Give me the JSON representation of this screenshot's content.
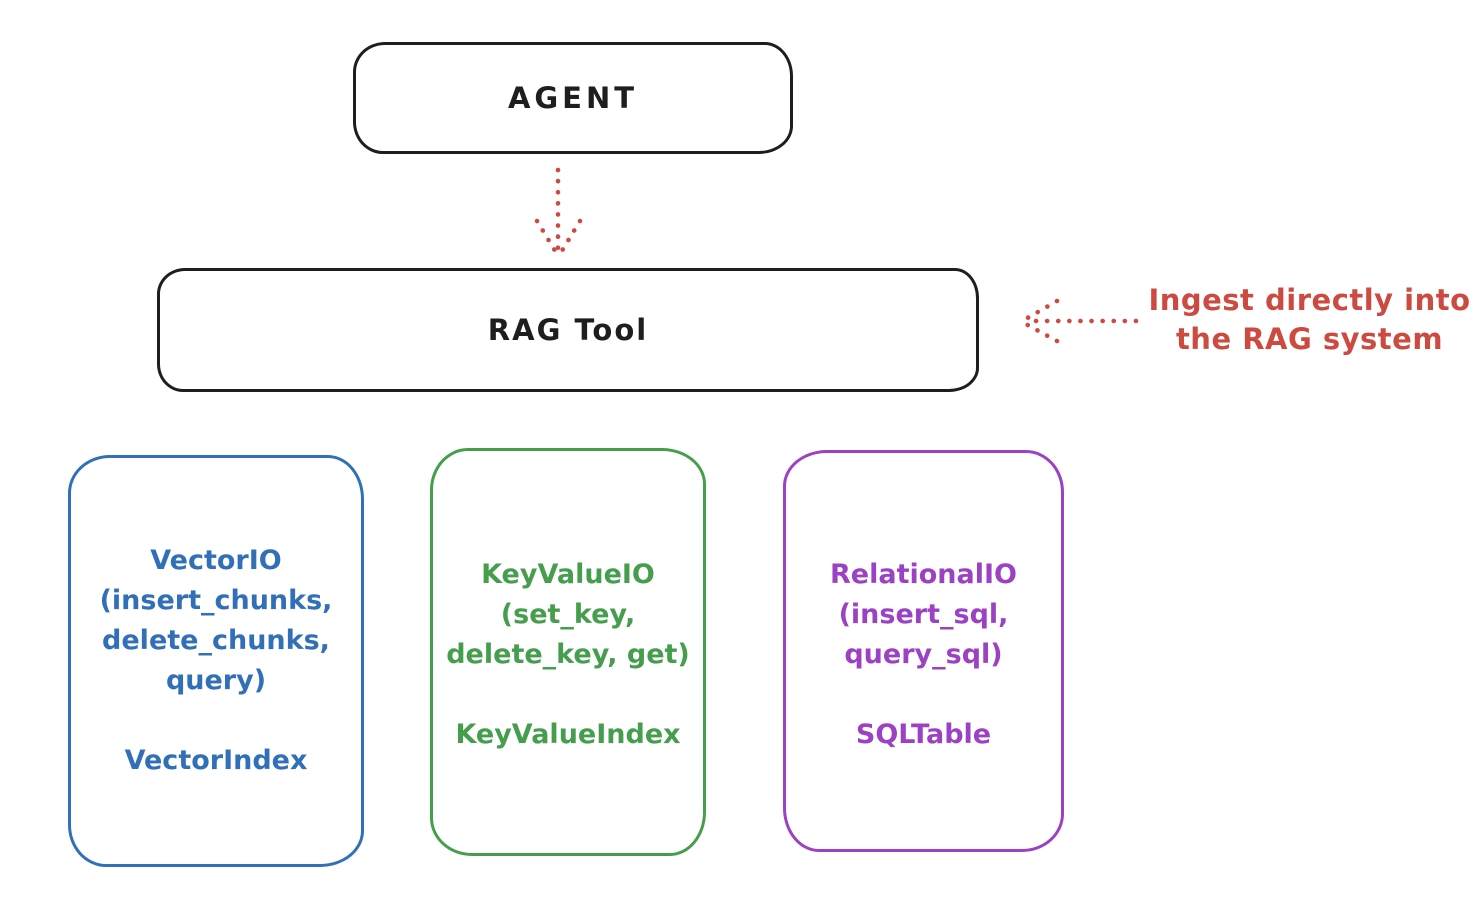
{
  "diagram": {
    "title_hint": "RAG Tool architecture sketch",
    "background": "#ffffff"
  },
  "colors": {
    "ink": "#1e1e1e",
    "red": "#cc4a3f",
    "blue": "#3170b8",
    "green": "#449e4c",
    "purple": "#9c41c4"
  },
  "nodes": {
    "agent": {
      "label": "AGENT"
    },
    "rag_tool": {
      "label": "RAG Tool"
    },
    "vector": {
      "lines": [
        "VectorIO",
        "(insert_chunks,",
        "delete_chunks,",
        "query)"
      ],
      "index_label": "VectorIndex",
      "color": "#3170b8"
    },
    "keyvalue": {
      "lines": [
        "KeyValueIO",
        "(set_key,",
        "delete_key, get)"
      ],
      "index_label": "KeyValueIndex",
      "color": "#449e4c"
    },
    "relational": {
      "lines": [
        "RelationalIO",
        "(insert_sql,",
        "query_sql)"
      ],
      "index_label": "SQLTable",
      "color": "#9c41c4"
    }
  },
  "annotation": {
    "line1": "Ingest directly into",
    "line2": "the RAG system",
    "color": "#cc4a3f"
  },
  "arrows": [
    {
      "name": "agent-to-rag-tool",
      "style": "dotted",
      "direction": "down",
      "color": "#cc4a3f"
    },
    {
      "name": "annotation-to-rag-tool",
      "style": "dotted",
      "direction": "left",
      "color": "#cc4a3f"
    }
  ]
}
